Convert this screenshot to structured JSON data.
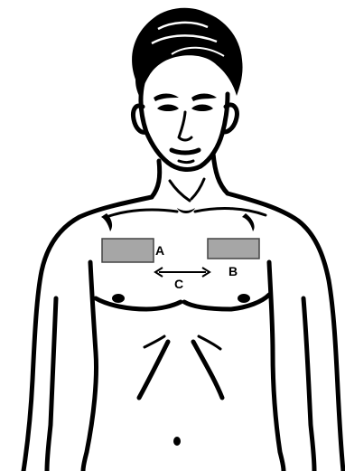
{
  "labels": {
    "pad_a": "A",
    "pad_b": "B",
    "distance": "C"
  },
  "colors": {
    "pad_fill": "#a6a6a6",
    "line": "#000000"
  }
}
